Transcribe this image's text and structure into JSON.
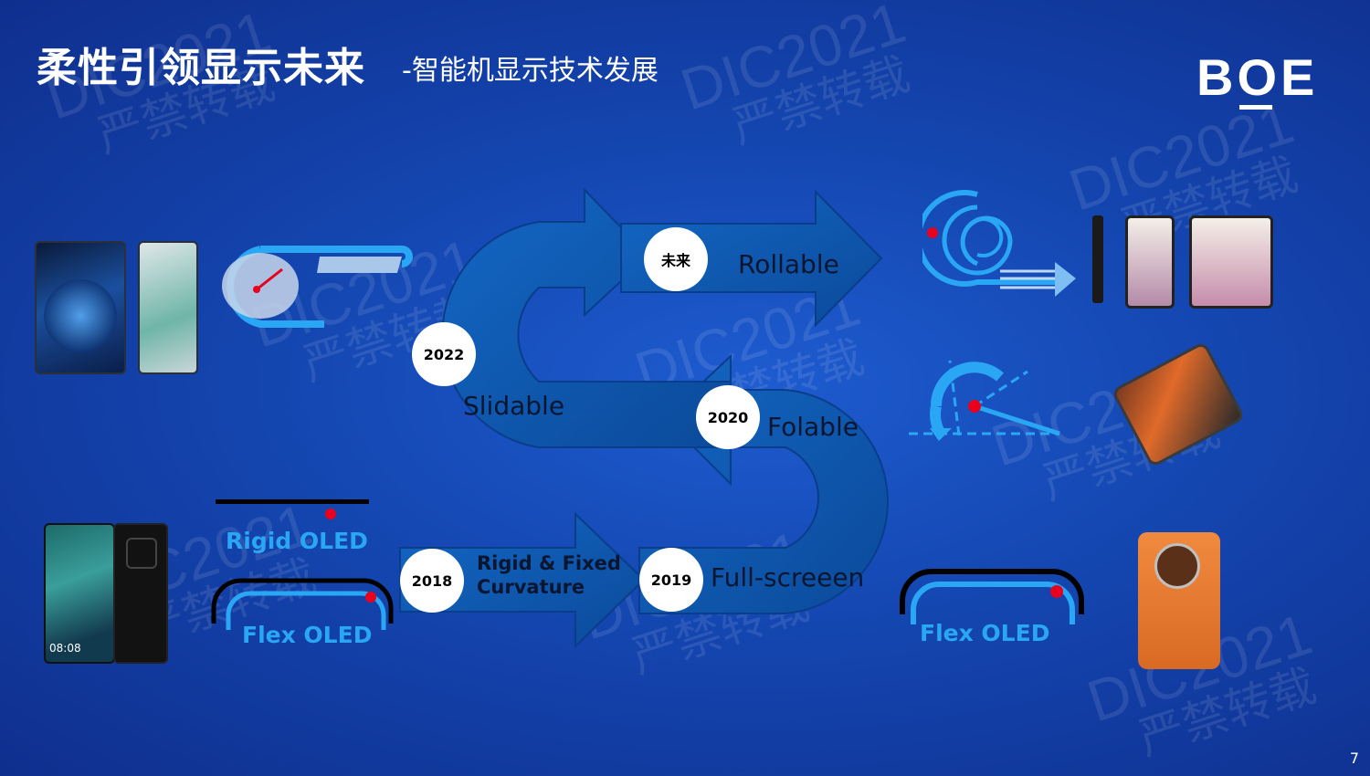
{
  "header": {
    "title_main": "柔性引领显示未来",
    "title_sub": "-智能机显示技术发展",
    "logo": "BOE"
  },
  "watermark": {
    "line1": "DIC2021",
    "line2": "严禁转载"
  },
  "timeline": {
    "stages": [
      {
        "badge": "未来",
        "label": "Rollable"
      },
      {
        "badge": "2022",
        "label": "Slidable"
      },
      {
        "badge": "2020",
        "label": "Folable"
      },
      {
        "badge": "2019",
        "label": "Full-screeen"
      },
      {
        "badge": "2018",
        "label_line1": "Rigid  & Fixed",
        "label_line2": "Curvature"
      }
    ]
  },
  "left_panel": {
    "rigid_label": "Rigid OLED",
    "flex_label": "Flex OLED",
    "phone_time": "08:08"
  },
  "right_panel": {
    "flex_label": "Flex OLED"
  },
  "footer": {
    "page_number": "7"
  },
  "colors": {
    "background": "#1446b0",
    "arrow_fill": "#0e56a6",
    "arrow_stroke": "#0a3d8a",
    "accent_blue": "#2aa7f4",
    "marker_red": "#e8001c"
  }
}
